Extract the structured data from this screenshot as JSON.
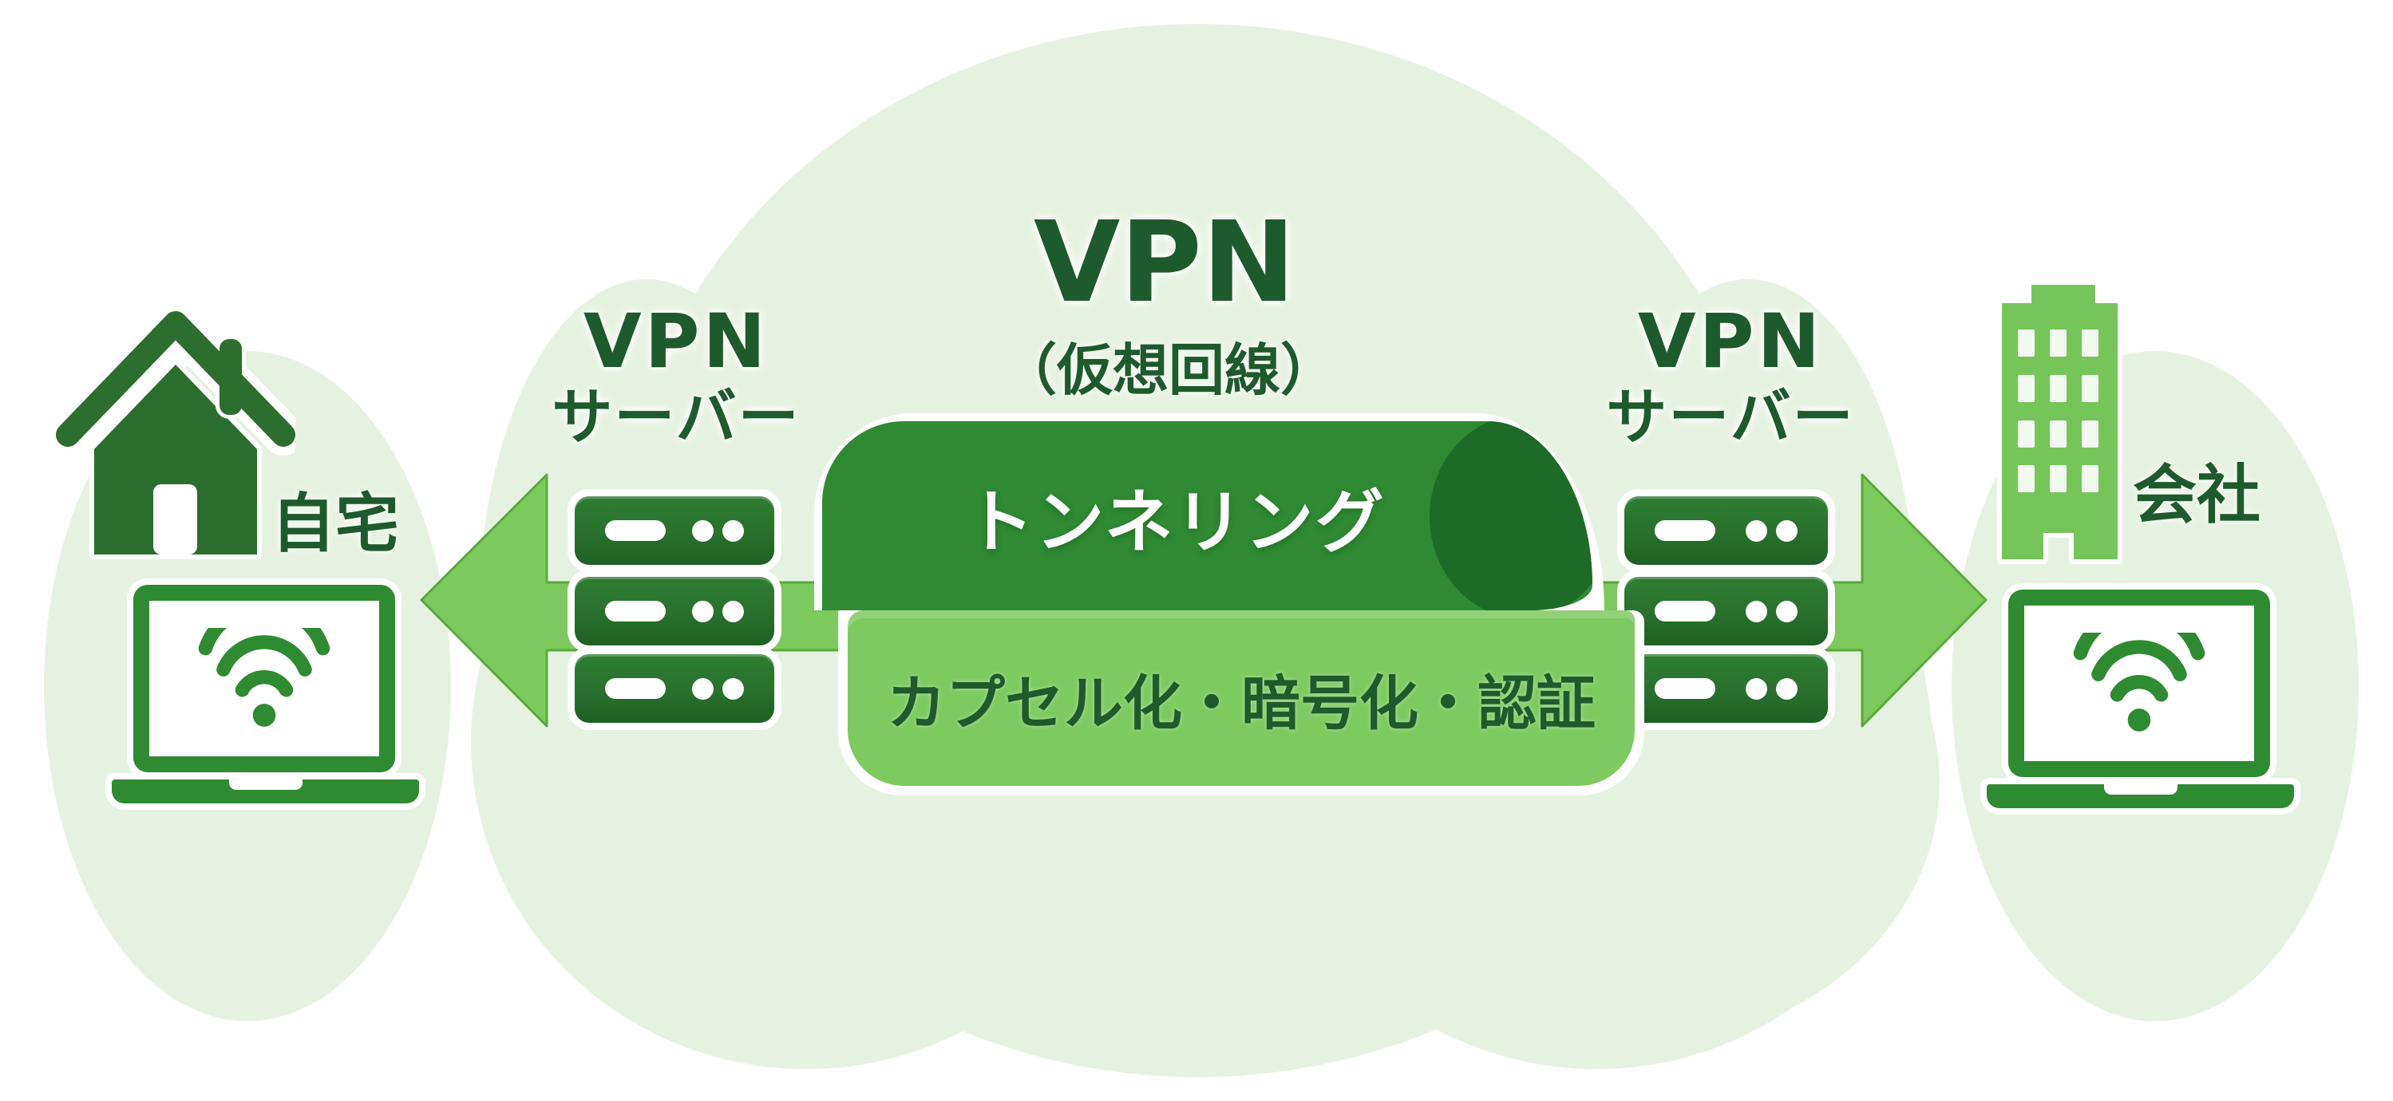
{
  "diagram": {
    "title": "VPN",
    "subtitle": "（仮想回線）",
    "tunnel": {
      "label": "トンネリング",
      "caption": "カプセル化・暗号化・認証"
    },
    "left_endpoint": {
      "label": "自宅"
    },
    "right_endpoint": {
      "label": "会社"
    },
    "server_label_left": {
      "line1": "VPN",
      "line2": "サーバー"
    },
    "server_label_right": {
      "line1": "VPN",
      "line2": "サーバー"
    }
  },
  "icons": {
    "house": "house-icon",
    "building": "office-building-icon",
    "laptop": "laptop-icon",
    "wifi": "wifi-icon",
    "server_rack": "server-rack-icon",
    "tunnel": "tunnel-icon",
    "arrows": "bidirectional-arrow-icon",
    "cloud": "cloud-shape"
  },
  "colors": {
    "cloud": "#e6f2e1",
    "dark_text": "#1d5a2e",
    "tunnel_body": "#2f8a33",
    "tunnel_opening": "#1d6b26",
    "tunnel_band": "#7cca60",
    "arrow_fill": "#7cc95e",
    "arrow_edge": "#58a93c",
    "server_dark": "#26702a",
    "house_dark": "#2b6e2d",
    "building_green": "#76c55b",
    "laptop_green": "#2e8b31",
    "white": "#ffffff"
  }
}
